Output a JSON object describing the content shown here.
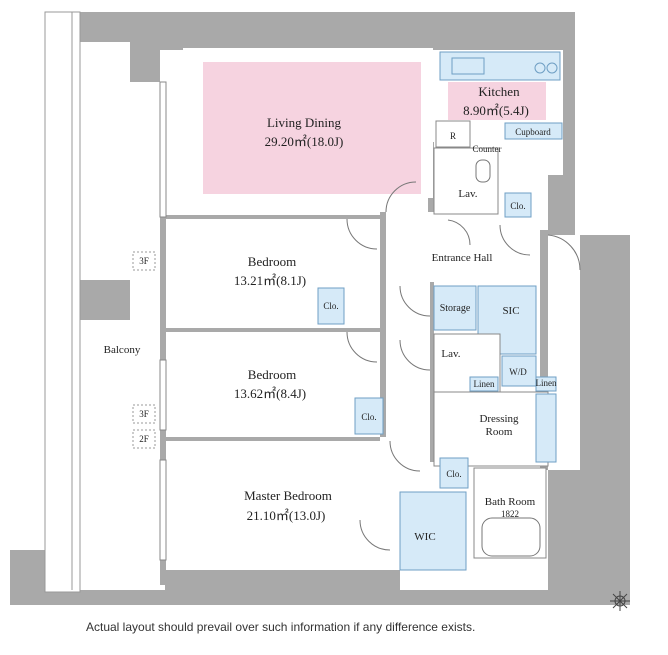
{
  "rooms": {
    "living_dining": {
      "name": "Living Dining",
      "area": "29.20㎡(18.0J)"
    },
    "kitchen": {
      "name": "Kitchen",
      "area": "8.90㎡(5.4J)"
    },
    "bedroom1": {
      "name": "Bedroom",
      "area": "13.21㎡(8.1J)"
    },
    "bedroom2": {
      "name": "Bedroom",
      "area": "13.62㎡(8.4J)"
    },
    "master": {
      "name": "Master Bedroom",
      "area": "21.10㎡(13.0J)"
    },
    "entrance": "Entrance Hall",
    "balcony": "Balcony",
    "dressing": [
      "Dressing",
      "Room"
    ],
    "bath": {
      "name": "Bath Room",
      "size": "1822"
    }
  },
  "labels": {
    "cupboard": "Cupboard",
    "counter": "Counter",
    "refrigerator": "R",
    "lav_top": "Lav.",
    "lav_mid": "Lav.",
    "clo_toilet": "Clo.",
    "clo_bed1": "Clo.",
    "clo_bed2": "Clo.",
    "clo_master": "Clo.",
    "storage": "Storage",
    "sic": "SIC",
    "wd": "W/D",
    "linen1": "Linen",
    "linen2": "Linen",
    "wic": "WIC"
  },
  "floor_marks": [
    "3F",
    "3F",
    "2F"
  ],
  "footer_note": "Actual layout should prevail over such information if any difference exists.",
  "colors": {
    "wall": "#a9a9a9",
    "living_fill": "#f6d3e0",
    "storage_fill": "#d6eaf8",
    "outline": "#6f9fc4"
  }
}
